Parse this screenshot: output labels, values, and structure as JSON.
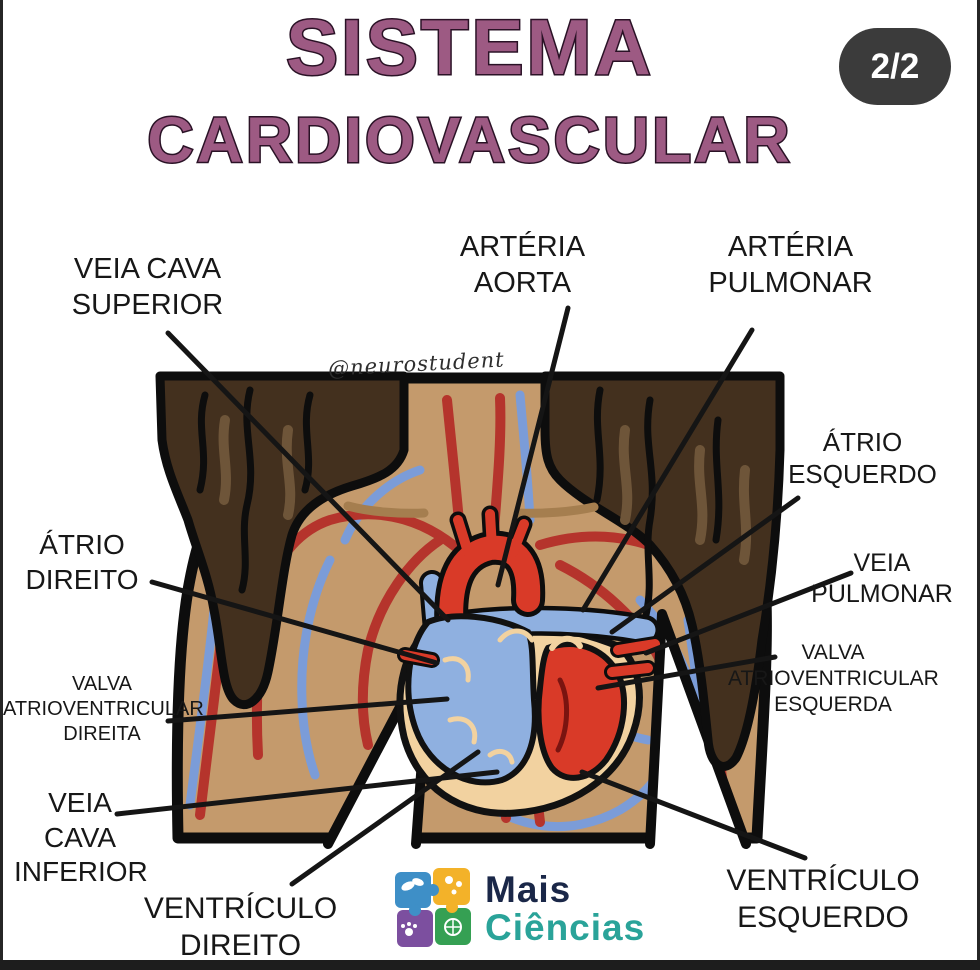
{
  "title": {
    "line1": "SISTEMA",
    "line2": "CARDIOVASCULAR"
  },
  "badge": {
    "text": "2/2"
  },
  "watermark": {
    "text": "@neurostudent"
  },
  "diagram_labels": [
    {
      "id": "veia-cava-superior",
      "text": "VEIA CAVA\nSUPERIOR"
    },
    {
      "id": "arteria-aorta",
      "text": "ARTÉRIA\nAORTA"
    },
    {
      "id": "arteria-pulmonar",
      "text": "ARTÉRIA\nPULMONAR"
    },
    {
      "id": "atrio-esquerdo",
      "text": "ÁTRIO\nESQUERDO"
    },
    {
      "id": "veia-pulmonar",
      "text": "VEIA\nPULMONAR"
    },
    {
      "id": "atrio-direito",
      "text": "ÁTRIO\nDIREITO"
    },
    {
      "id": "valva-atrioventricular-direita",
      "text": "VALVA\nATRIOVENTRICULAR\nDIREITA"
    },
    {
      "id": "valva-atrioventricular-esquerda",
      "text": "VALVA\nATRIOVENTRICULAR\nESQUERDA"
    },
    {
      "id": "veia-cava-inferior",
      "text": "VEIA\nCAVA\nINFERIOR"
    },
    {
      "id": "ventriculo-direito",
      "text": "VENTRÍCULO\nDIREITO"
    },
    {
      "id": "ventriculo-esquerdo",
      "text": "VENTRÍCULO\nESQUERDO"
    }
  ],
  "logo": {
    "line1": "Mais",
    "line2": "Ciências"
  },
  "colors": {
    "title_purple": "#9d5a83",
    "title_outline": "#2a1226",
    "badge_bg": "#3b3b3b",
    "badge_fg": "#ffffff",
    "label_text": "#171717",
    "skin": "#c49a6c",
    "hair": "#43301e",
    "hair_streak": "#6e5539",
    "artery_red": "#b5342c",
    "vein_blue": "#7b9cd8",
    "heart_red": "#d93a28",
    "heart_blue": "#8fb0e0",
    "pericardium_cream": "#f2d2a0",
    "outline_black": "#0d0d0d",
    "logo_navy": "#1a2748",
    "logo_teal": "#2aa399",
    "puzzle_blue": "#3e8fc7",
    "puzzle_yellow": "#f3b229",
    "puzzle_purple": "#7c4f9f",
    "puzzle_green": "#35a053"
  }
}
